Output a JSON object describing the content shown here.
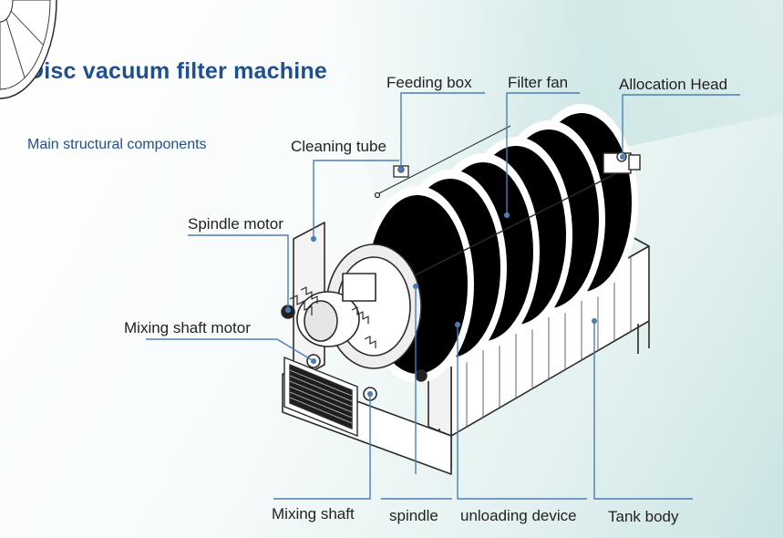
{
  "title": "Disc vacuum filter machine",
  "subtitle": "Main structural components",
  "labels": {
    "feeding_box": "Feeding box",
    "filter_fan": "Filter fan",
    "allocation_head": "Allocation Head",
    "cleaning_tube": "Cleaning tube",
    "spindle_motor": "Spindle motor",
    "mixing_shaft_motor": "Mixing shaft motor",
    "mixing_shaft": "Mixing shaft",
    "spindle": "spindle",
    "unloading_device": "unloading device",
    "tank_body": "Tank body"
  },
  "colors": {
    "title": "#1f4f8f",
    "leader_line": "#4a7fb5",
    "machine_stroke": "#2b2b2b"
  }
}
